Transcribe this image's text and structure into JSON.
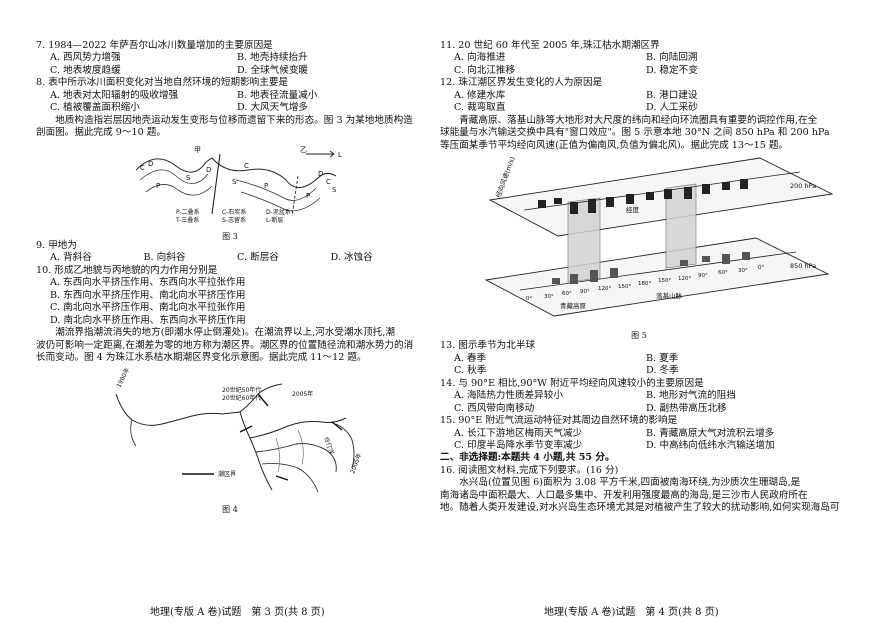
{
  "left": {
    "q7": {
      "stem": "7. 1984—2022 年萨吾尔山冰川数量增加的主要原因是",
      "opts": [
        "A. 西风势力增强",
        "B. 地壳持续抬升",
        "C. 地表坡度趋缓",
        "D. 全球气候变暖"
      ]
    },
    "q8": {
      "stem": "8. 表中所示冰川面积变化对当地自然环境的短期影响主要是",
      "opts": [
        "A. 地表对太阳辐射的吸收增强",
        "B. 地表径流量减小",
        "C. 植被覆盖面积缩小",
        "D. 大风天气增多"
      ]
    },
    "intro1": [
      "地质构造指岩层因地壳运动发生变形与位移而遗留下来的形态。图 3 为某地地质构造",
      "剖面图。据此完成 9～10 题。"
    ],
    "fig3": {
      "caption": "图 3",
      "labels": [
        "甲",
        "乙",
        "P",
        "P",
        "S",
        "S",
        "P",
        "C",
        "D",
        "D",
        "C",
        "D",
        "C",
        "S",
        "L"
      ],
      "legend": [
        "P-二叠系",
        "T-三叠系",
        "C-石炭系",
        "S-志留系",
        "D-泥盆系",
        "L-断层"
      ]
    },
    "q9": {
      "stem": "9. 甲地为",
      "opts": [
        "A. 背斜谷",
        "B. 向斜谷",
        "C. 断层谷",
        "D. 冰蚀谷"
      ]
    },
    "q10": {
      "stem": "10. 形成乙地貌与丙地貌的内力作用分别是",
      "opts": [
        "A. 东西向水平挤压作用、东西向水平拉张作用",
        "B. 东西向水平挤压作用、南北向水平挤压作用",
        "C. 南北向水平挤压作用、南北向水平拉张作用",
        "D. 南北向水平挤压作用、东西向水平挤压作用"
      ]
    },
    "intro2": [
      "潮流界指潮流消失的地方(即潮水停止倒灌处)。在潮流界以上,河水受潮水顶托,潮",
      "波仍可影响一定距离,在潮差为零的地方称为潮区界。潮区界的位置随径流和潮水势力的消",
      "长而变动。图 4 为珠江水系枯水期潮区界变化示意图。据此完成 11～12 题。"
    ],
    "fig4": {
      "caption": "图 4",
      "labels": [
        "1900年",
        "20世纪50年代",
        "20世纪60年代",
        "2005年",
        "潮区界",
        "伶仃洋",
        "2005年"
      ]
    },
    "footer": "地理(专版 A 卷)试题　第 3 页(共 8 页)"
  },
  "right": {
    "q11": {
      "stem": "11. 20 世纪 60 年代至 2005 年,珠江枯水期潮区界",
      "opts": [
        "A. 向海推进",
        "B. 向陆回溯",
        "C. 向北江推移",
        "D. 稳定不变"
      ]
    },
    "q12": {
      "stem": "12. 珠江潮区界发生变化的人为原因是",
      "opts": [
        "A. 修建水库",
        "B. 港口建设",
        "C. 裁弯取直",
        "D. 人工采砂"
      ]
    },
    "intro3": [
      "青藏高原、落基山脉等大地形对大尺度的纬向和经向环流圈具有重要的调控作用,在全",
      "球能量与水汽输送交换中具有\"窗口效应\"。图 5 示意本地 30°N 之间 850 hPa 和 200 hPa",
      "等压面某季节平均经向风速(正值为偏南风,负值为偏北风)。据此完成 13～15 题。"
    ],
    "fig5": {
      "caption": "图 5",
      "top_label": "经向风速(m/s)",
      "level_200": "200 hPa",
      "level_850": "850 hPa",
      "ticks": [
        "0°",
        "30°",
        "60°",
        "90°",
        "120°",
        "150°",
        "180°",
        "150°",
        "120°",
        "90°",
        "60°",
        "30°",
        "0°"
      ],
      "place1": "青藏高原",
      "place2": "落基山脉",
      "axis": "经度"
    },
    "q13": {
      "stem": "13. 图示季节为北半球",
      "opts": [
        "A. 春季",
        "B. 夏季",
        "C. 秋季",
        "D. 冬季"
      ]
    },
    "q14": {
      "stem": "14. 与 90°E 相比,90°W 附近平均经向风速较小的主要原因是",
      "opts": [
        "A. 海陆热力性质差异较小",
        "B. 地形对气流的阻挡",
        "C. 西风带向南移动",
        "D. 副热带高压北移"
      ]
    },
    "q15": {
      "stem": "15. 90°E 附近气流运动特征对其周边自然环境的影响是",
      "opts": [
        "A. 长江下游地区梅雨天气减少",
        "B. 青藏高原大气对流积云增多",
        "C. 印度半岛降水季节变率减少",
        "D. 中高纬向低纬水汽输送增加"
      ]
    },
    "section": "二、非选择题:本题共 4 小题,共 55 分。",
    "q16": "16. 阅读图文材料,完成下列要求。(16 分)",
    "material": [
      "水兴岛(位置见图 6)面积为 3.08 平方千米,四面被南海环绕,为沙质次生珊瑚岛,是",
      "南海诸岛中面积最大、人口最多集中、开发利用强度最高的海岛,是三沙市人民政府所在",
      "地。随着人类开发建设,对水兴岛生态环境尤其是对植被产生了较大的扰动影响,如何实现海岛可"
    ],
    "footer": "地理(专版 A 卷)试题　第 4 页(共 8 页)"
  }
}
